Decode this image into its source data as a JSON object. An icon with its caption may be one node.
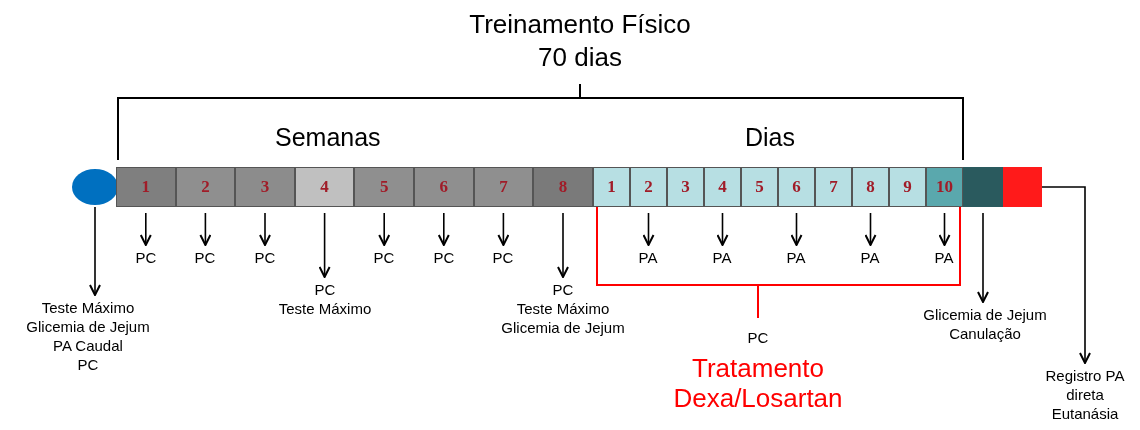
{
  "diagram": {
    "title": "Treinamento Físico 70 dias",
    "nodes": [
      {
        "text": [],
        "shape": "circle"
      },
      {
        "text": [
          "1"
        ]
      },
      {
        "text": [
          "2"
        ]
      },
      {
        "text": [
          "3"
        ]
      },
      {
        "text": [
          "4"
        ]
      },
      {
        "text": [
          "5"
        ]
      },
      {
        "text": [
          "6"
        ]
      },
      {
        "text": [
          "7"
        ]
      },
      {
        "text": [
          "8"
        ]
      },
      {
        "text": [
          "1"
        ]
      },
      {
        "text": [
          "2"
        ]
      },
      {
        "text": [
          "3"
        ]
      },
      {
        "text": [
          "4"
        ]
      },
      {
        "text": [
          "5"
        ]
      },
      {
        "text": [
          "6"
        ]
      },
      {
        "text": [
          "7"
        ]
      },
      {
        "text": [
          "8"
        ]
      },
      {
        "text": [
          "9"
        ]
      },
      {
        "text": [
          "10"
        ]
      },
      {
        "text": [],
        "shape": "box"
      },
      {
        "text": [],
        "shape": "box"
      },
      {
        "text": [
          "Teste Máximo",
          "Glicemia de Jejum",
          "PA Caudal",
          "PC"
        ]
      },
      {
        "text": [
          "PC"
        ]
      },
      {
        "text": [
          "PC"
        ]
      },
      {
        "text": [
          "PC"
        ]
      },
      {
        "text": [
          "PC",
          "Teste Máximo"
        ]
      },
      {
        "text": [
          "PC"
        ]
      },
      {
        "text": [
          "PC"
        ]
      },
      {
        "text": [
          "PC"
        ]
      },
      {
        "text": [
          "PC",
          "Teste Máximo",
          "Glicemia de Jejum"
        ]
      },
      {
        "text": [
          "PA"
        ]
      },
      {
        "text": [
          "PA"
        ]
      },
      {
        "text": [
          "PA"
        ]
      },
      {
        "text": [
          "PA"
        ]
      },
      {
        "text": [
          "PA"
        ]
      },
      {
        "text": [
          "PC",
          "Tratamento Dexa/Losartan"
        ]
      },
      {
        "text": [
          "Glicemia de Jejum",
          "Canulação"
        ]
      },
      {
        "text": [
          "Registro PA",
          "direta",
          "Eutanásia"
        ]
      }
    ],
    "edges": [
      {
        "from": 0,
        "to": 21,
        "arrow": "to"
      },
      {
        "from": 1,
        "to": 22,
        "arrow": "to"
      },
      {
        "from": 2,
        "to": 23,
        "arrow": "to"
      },
      {
        "from": 3,
        "to": 24,
        "arrow": "to"
      },
      {
        "from": 4,
        "to": 25,
        "arrow": "to"
      },
      {
        "from": 5,
        "to": 26,
        "arrow": "to"
      },
      {
        "from": 6,
        "to": 27,
        "arrow": "to"
      },
      {
        "from": 7,
        "to": 28,
        "arrow": "to"
      },
      {
        "from": 8,
        "to": 29,
        "arrow": "to"
      },
      {
        "from": 10,
        "to": 30,
        "arrow": "to"
      },
      {
        "from": 12,
        "to": 31,
        "arrow": "to"
      },
      {
        "from": 14,
        "to": 32,
        "arrow": "to"
      },
      {
        "from": 16,
        "to": 33,
        "arrow": "to"
      },
      {
        "from": 18,
        "to": 34,
        "arrow": "to"
      },
      {
        "from": 19,
        "to": 36,
        "arrow": "to"
      },
      {
        "from": 20,
        "to": 37,
        "arrow": "to"
      }
    ],
    "labels": [
      "Semanas",
      "Dias"
    ]
  }
}
